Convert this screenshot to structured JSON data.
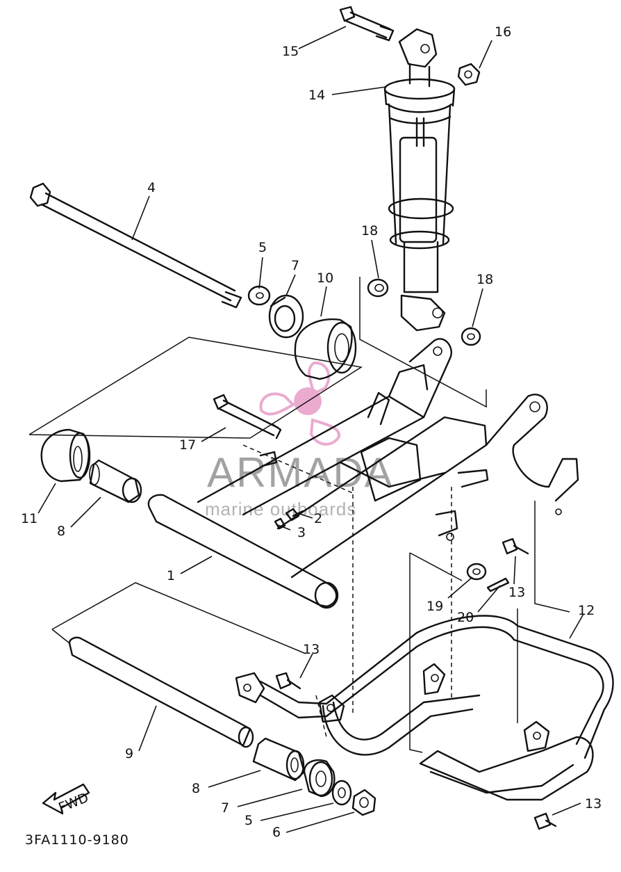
{
  "diagram": {
    "drawing_number": "3FA1110-9180",
    "fwd_label": "FWD",
    "watermark": {
      "brand": "ARMADA",
      "tagline": "marine outboards",
      "accent_color": "#e48fbf"
    },
    "callouts": [
      "1",
      "2",
      "3",
      "4",
      "5",
      "5",
      "6",
      "7",
      "7",
      "8",
      "8",
      "9",
      "10",
      "11",
      "12",
      "13",
      "13",
      "13",
      "14",
      "15",
      "16",
      "17",
      "18",
      "18",
      "19",
      "20"
    ]
  }
}
